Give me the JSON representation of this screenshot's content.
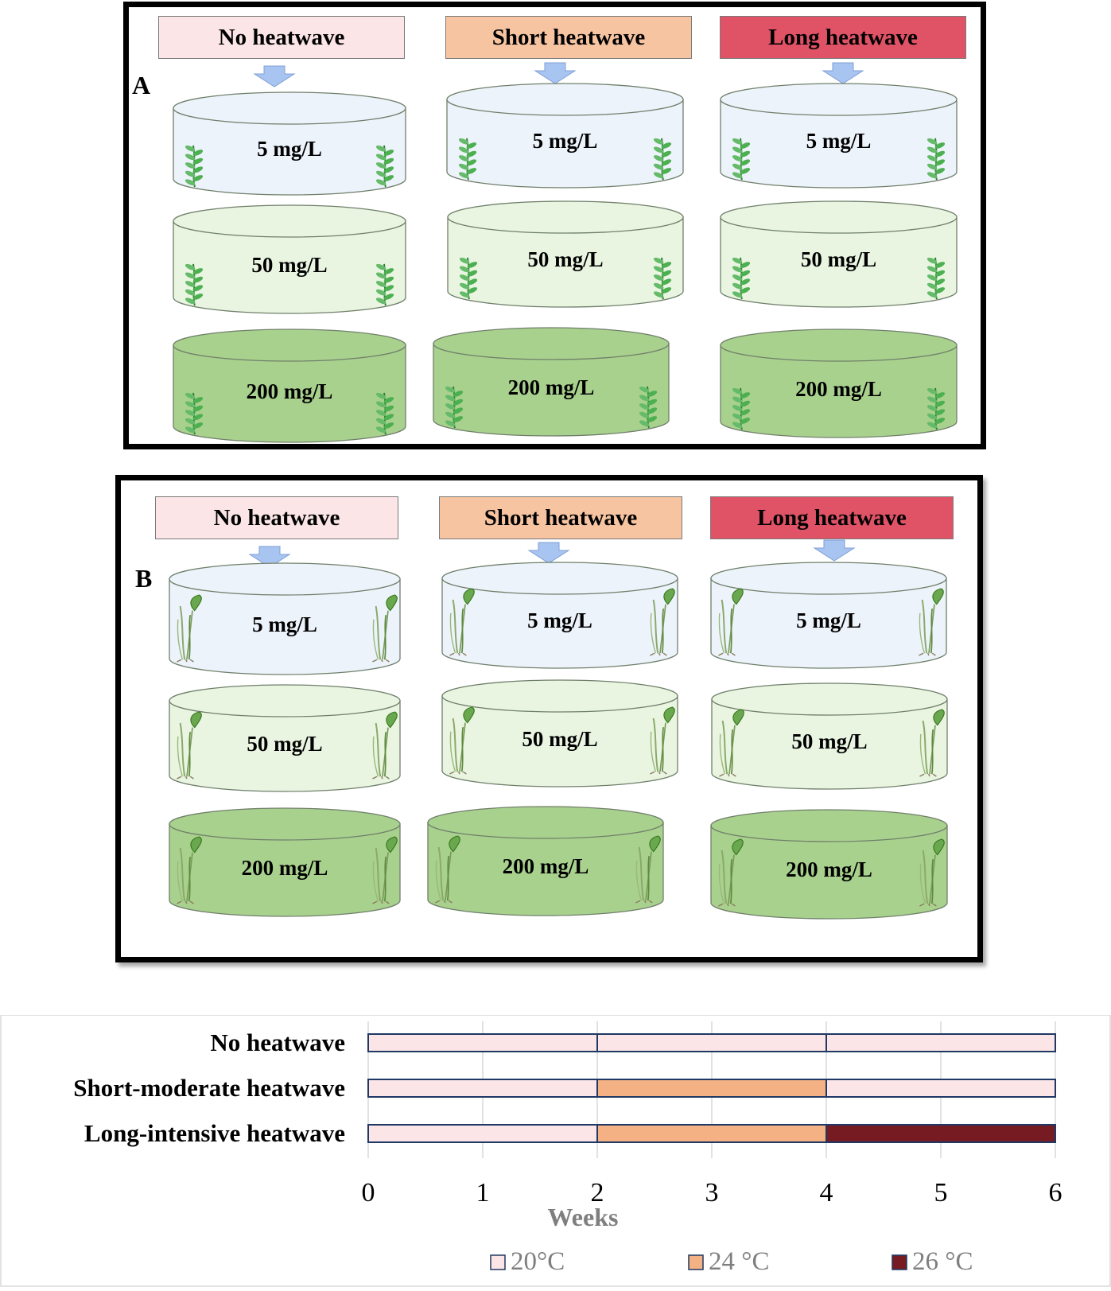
{
  "colors": {
    "no_heatwave": "#fbe5e6",
    "short_heatwave": "#f7c4a2",
    "long_heatwave": "#e05266",
    "arrow": "#a8c4f0",
    "dish_5": "#edf3fb",
    "dish_50": "#e9f5e1",
    "dish_200": "#a9d18e",
    "temp_20": "#fbe5e6",
    "temp_24": "#f4b183",
    "temp_26": "#771b23",
    "bar_border": "#1f3864"
  },
  "panel_a": {
    "letter": "A",
    "headers": [
      "No heatwave",
      "Short heatwave",
      "Long heatwave"
    ],
    "rows": [
      [
        "5 mg/L",
        "5 mg/L",
        "5 mg/L"
      ],
      [
        "50 mg/L",
        "50 mg/L",
        "50 mg/L"
      ],
      [
        "200 mg/L",
        "200 mg/L",
        "200 mg/L"
      ]
    ],
    "plant_icon": "elodea-plant-icon"
  },
  "panel_b": {
    "letter": "B",
    "headers": [
      "No heatwave",
      "Short heatwave",
      "Long heatwave"
    ],
    "rows": [
      [
        "5 mg/L",
        "5 mg/L",
        "5 mg/L"
      ],
      [
        "50 mg/L",
        "50 mg/L",
        "50 mg/L"
      ],
      [
        "200 mg/L",
        "200 mg/L",
        "200 mg/L"
      ]
    ],
    "plant_icon": "potamogeton-plant-icon"
  },
  "timeline": {
    "categories": [
      "No heatwave",
      "Short-moderate heatwave",
      "Long-intensive heatwave"
    ],
    "x_ticks": [
      "0",
      "1",
      "2",
      "3",
      "4",
      "5",
      "6"
    ],
    "xlim": [
      0,
      6
    ],
    "xlabel": "Weeks",
    "segments": [
      [
        {
          "start": 0,
          "end": 2,
          "temp": "20°C"
        },
        {
          "start": 2,
          "end": 4,
          "temp": "20°C"
        },
        {
          "start": 4,
          "end": 6,
          "temp": "20°C"
        }
      ],
      [
        {
          "start": 0,
          "end": 2,
          "temp": "20°C"
        },
        {
          "start": 2,
          "end": 4,
          "temp": "24 °C"
        },
        {
          "start": 4,
          "end": 6,
          "temp": "20°C"
        }
      ],
      [
        {
          "start": 0,
          "end": 2,
          "temp": "20°C"
        },
        {
          "start": 2,
          "end": 4,
          "temp": "24 °C"
        },
        {
          "start": 4,
          "end": 6,
          "temp": "26 °C"
        }
      ]
    ],
    "legend": [
      {
        "label": "20°C",
        "color": "#fbe5e6"
      },
      {
        "label": "24 °C",
        "color": "#f4b183"
      },
      {
        "label": "26 °C",
        "color": "#771b23"
      }
    ]
  }
}
